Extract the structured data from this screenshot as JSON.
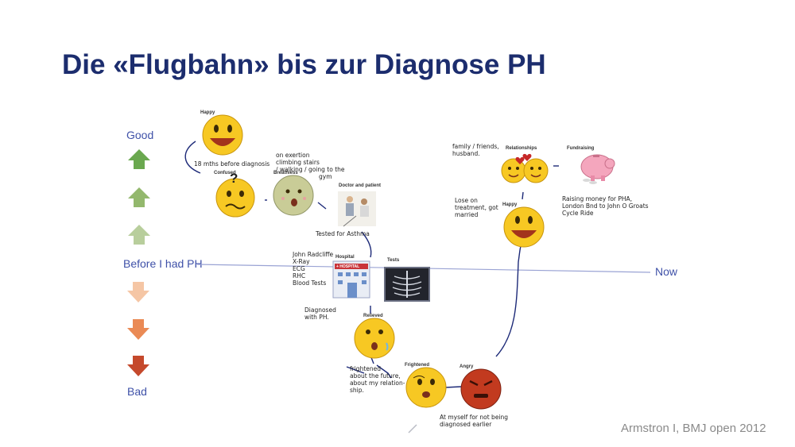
{
  "title": "Die «Flugbahn» bis zur Diagnose PH",
  "scale": {
    "good": "Good",
    "before": "Before I had PH",
    "bad": "Bad",
    "arrows": [
      {
        "dir": "up",
        "color": "#6aa84f"
      },
      {
        "dir": "up",
        "color": "#93b86d"
      },
      {
        "dir": "up",
        "color": "#b8ce9c"
      },
      {
        "dir": "down",
        "color": "#f5c6a5"
      },
      {
        "dir": "down",
        "color": "#ea8a55"
      },
      {
        "dir": "down",
        "color": "#c5492c"
      }
    ]
  },
  "now_label": "Now",
  "credit": "Armstron I, BMJ open 2012",
  "nodes": {
    "happy1": "Happy",
    "confused": "Confused",
    "breathless": "Breathless",
    "doctor": "Doctor and patient",
    "hospital": "Hospital",
    "hospital_sign": "+ HOSPITAL",
    "tests": "Tests",
    "relieved": "Relieved",
    "frightened": "Frightened",
    "angry": "Angry",
    "happy2": "Happy",
    "relationships": "Relationships",
    "fundraising": "Fundraising"
  },
  "notes": {
    "months": "18 mths before diagnosis",
    "exertion": [
      "on exertion",
      "climbing stairs",
      "/ walking / going to the",
      "gym"
    ],
    "asthma": "Tested for Asthma",
    "hospital_list": [
      "John Radcliffe",
      "X-Ray",
      "ECG",
      "RHC",
      "Blood Tests"
    ],
    "diagnosed": [
      "Diagnosed",
      "with PH."
    ],
    "future": [
      "frightened",
      "about the future,",
      "about my relation-",
      "ship."
    ],
    "myself": [
      "At myself for not being",
      "diagnosed earlier"
    ],
    "family": [
      "family / friends,",
      "husband."
    ],
    "treatment": [
      "Lose on",
      "treatment, got",
      "married"
    ],
    "raising": [
      "Raising money for PHA,",
      "London Bnd to John O Groats",
      "Cycle Ride"
    ]
  },
  "colors": {
    "title": "#1c2d6e",
    "scale_text": "#3f51a8",
    "axis_line": "#9aa3d4",
    "trajectory": "#1d2a78",
    "face_yellow": "#f7c823",
    "face_red": "#c23a1f"
  }
}
